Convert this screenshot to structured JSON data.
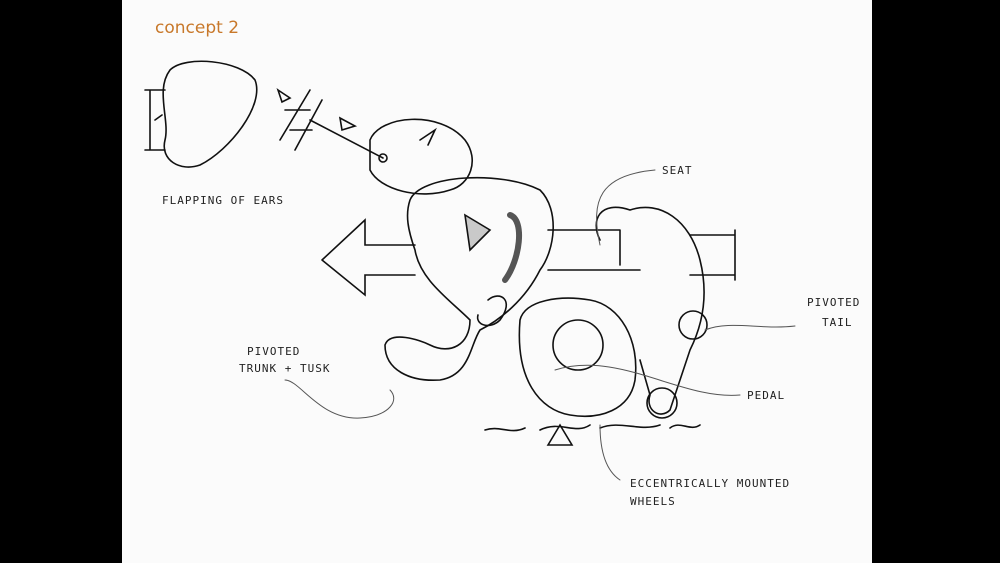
{
  "title": "concept 2",
  "title_color": "#c8782a",
  "labels": {
    "ears": "FLAPPING OF EARS",
    "seat": "SEAT",
    "tail_1": "PIVOTED",
    "tail_2": "TAIL",
    "trunk_1": "PIVOTED",
    "trunk_2": "TRUNK + TUSK",
    "pedal": "PEDAL",
    "wheels_1": "ECCENTRICALLY MOUNTED",
    "wheels_2": "WHEELS"
  }
}
